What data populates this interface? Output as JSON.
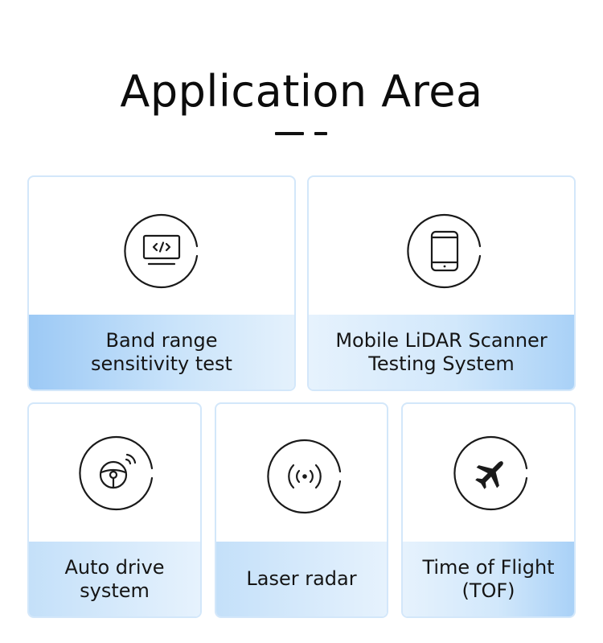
{
  "page": {
    "title": "Application Area"
  },
  "cards": [
    {
      "label_line1": "Band range",
      "label_line2": "sensitivity test",
      "icon": "code-monitor-icon"
    },
    {
      "label_line1": "Mobile LiDAR Scanner",
      "label_line2": "Testing System",
      "icon": "mobile-phone-icon"
    },
    {
      "label_line1": "Auto drive",
      "label_line2": "system",
      "icon": "steering-wheel-signal-icon"
    },
    {
      "label_line1": "Laser radar",
      "label_line2": "",
      "icon": "radar-signal-icon"
    },
    {
      "label_line1": "Time of Flight",
      "label_line2": "(TOF)",
      "icon": "airplane-icon"
    }
  ],
  "colors": {
    "accent_blue": "#9cc9f5",
    "card_border": "#d3e7fa",
    "text": "#111111"
  }
}
